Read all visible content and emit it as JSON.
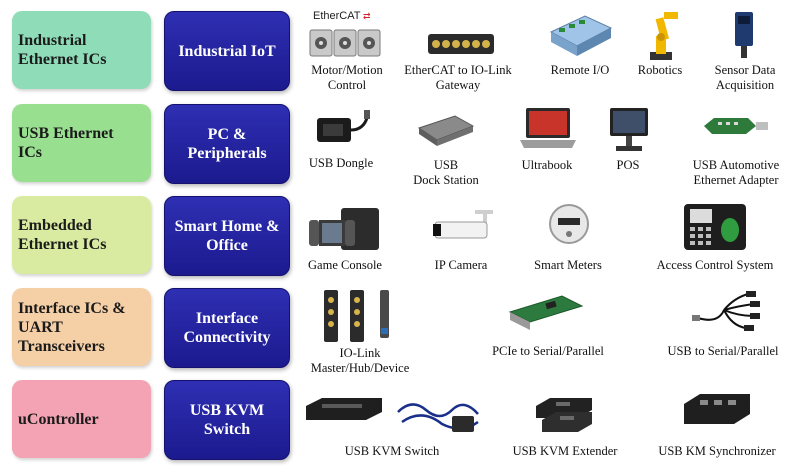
{
  "rows": [
    {
      "category": "Industrial\nEthernet ICs",
      "category_color": "#8fdcb8",
      "application": "Industrial IoT",
      "devices": [
        {
          "label": "Motor/Motion\nControl",
          "icon": "servo-motors-icon",
          "logo": "EtherCAT"
        },
        {
          "label": "EtherCAT to IO-Link\nGateway",
          "icon": "io-module-icon"
        },
        {
          "label": "Remote I/O",
          "icon": "remote-io-icon"
        },
        {
          "label": "Robotics",
          "icon": "robot-arm-icon"
        },
        {
          "label": "Sensor Data\nAcquisition",
          "icon": "sensor-icon"
        }
      ]
    },
    {
      "category": "USB Ethernet\nICs",
      "category_color": "#98e08f",
      "application": "PC &\nPeripherals",
      "devices": [
        {
          "label": "USB Dongle",
          "icon": "usb-dongle-icon"
        },
        {
          "label": "USB\nDock Station",
          "icon": "dock-station-icon"
        },
        {
          "label": "Ultrabook",
          "icon": "laptop-icon"
        },
        {
          "label": "POS",
          "icon": "pos-terminal-icon"
        },
        {
          "label": "USB Automotive\nEthernet Adapter",
          "icon": "automotive-adapter-icon"
        }
      ]
    },
    {
      "category": "Embedded\nEthernet ICs",
      "category_color": "#d8eba0",
      "application": "Smart Home &\nOffice",
      "devices": [
        {
          "label": "Game Console",
          "icon": "game-console-icon"
        },
        {
          "label": "IP Camera",
          "icon": "ip-camera-icon"
        },
        {
          "label": "Smart Meters",
          "icon": "smart-meter-icon"
        },
        {
          "label": "Access Control System",
          "icon": "access-control-icon"
        }
      ]
    },
    {
      "category": "Interface ICs &\nUART\nTransceivers",
      "category_color": "#f5cfa6",
      "application": "Interface\nConnectivity",
      "devices": [
        {
          "label": "IO-Link\nMaster/Hub/Device",
          "icon": "io-link-icon"
        },
        {
          "label": "PCIe to Serial/Parallel",
          "icon": "pcie-card-icon"
        },
        {
          "label": "USB to Serial/Parallel",
          "icon": "usb-serial-cable-icon"
        }
      ]
    },
    {
      "category": "uController",
      "category_color": "#f3a3b3",
      "application": "USB KVM\nSwitch",
      "devices": [
        {
          "label": "USB KVM Switch",
          "icon": "kvm-switch-icon"
        },
        {
          "label": "USB KVM Extender",
          "icon": "kvm-extender-icon"
        },
        {
          "label": "USB KM Synchronizer",
          "icon": "km-synchronizer-icon"
        }
      ]
    }
  ]
}
